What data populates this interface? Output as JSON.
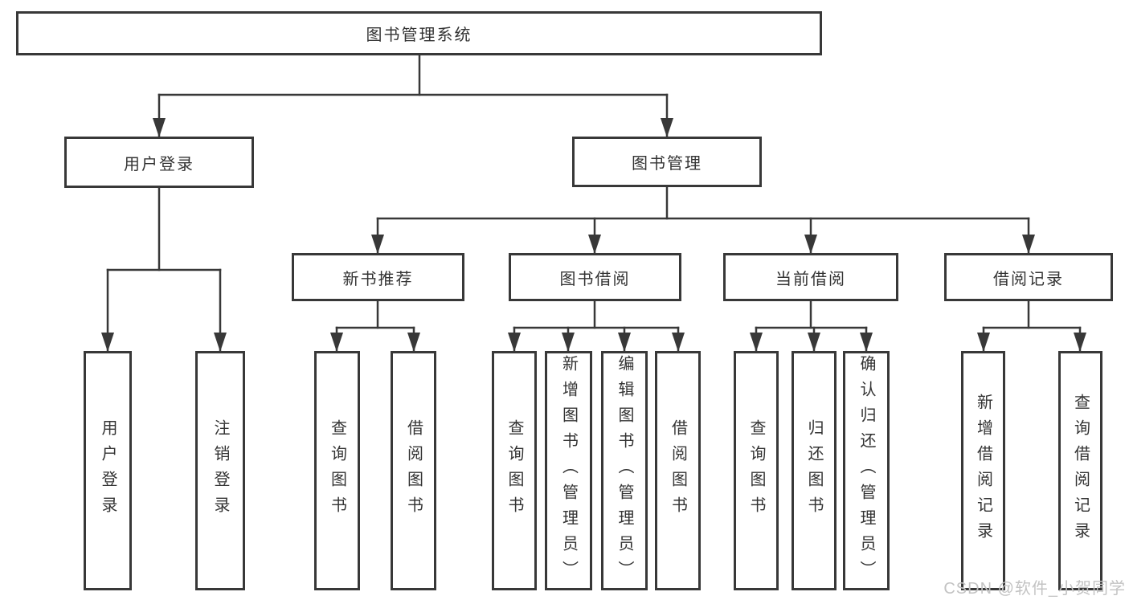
{
  "diagram": {
    "tree": {
      "label": "图书管理系统",
      "children": [
        {
          "label": "用户登录",
          "children": [
            {
              "label": "用户登录"
            },
            {
              "label": "注销登录"
            }
          ]
        },
        {
          "label": "图书管理",
          "children": [
            {
              "label": "新书推荐",
              "children": [
                {
                  "label": "查询图书"
                },
                {
                  "label": "借阅图书"
                }
              ]
            },
            {
              "label": "图书借阅",
              "children": [
                {
                  "label": "查询图书"
                },
                {
                  "label": "新增图书（管理员）"
                },
                {
                  "label": "编辑图书（管理员）"
                },
                {
                  "label": "借阅图书"
                }
              ]
            },
            {
              "label": "当前借阅",
              "children": [
                {
                  "label": "查询图书"
                },
                {
                  "label": "归还图书"
                },
                {
                  "label": "确认归还（管理员）"
                }
              ]
            },
            {
              "label": "借阅记录",
              "children": [
                {
                  "label": "新增借阅记录"
                },
                {
                  "label": "查询借阅记录"
                }
              ]
            }
          ]
        }
      ]
    },
    "colors": {
      "line": "#383838",
      "box_border": "#383838",
      "text": "#333333",
      "background": "#ffffff",
      "watermark": "#c3c3c3"
    }
  },
  "watermark": {
    "text": "CSDN @软件_小贺同学"
  }
}
